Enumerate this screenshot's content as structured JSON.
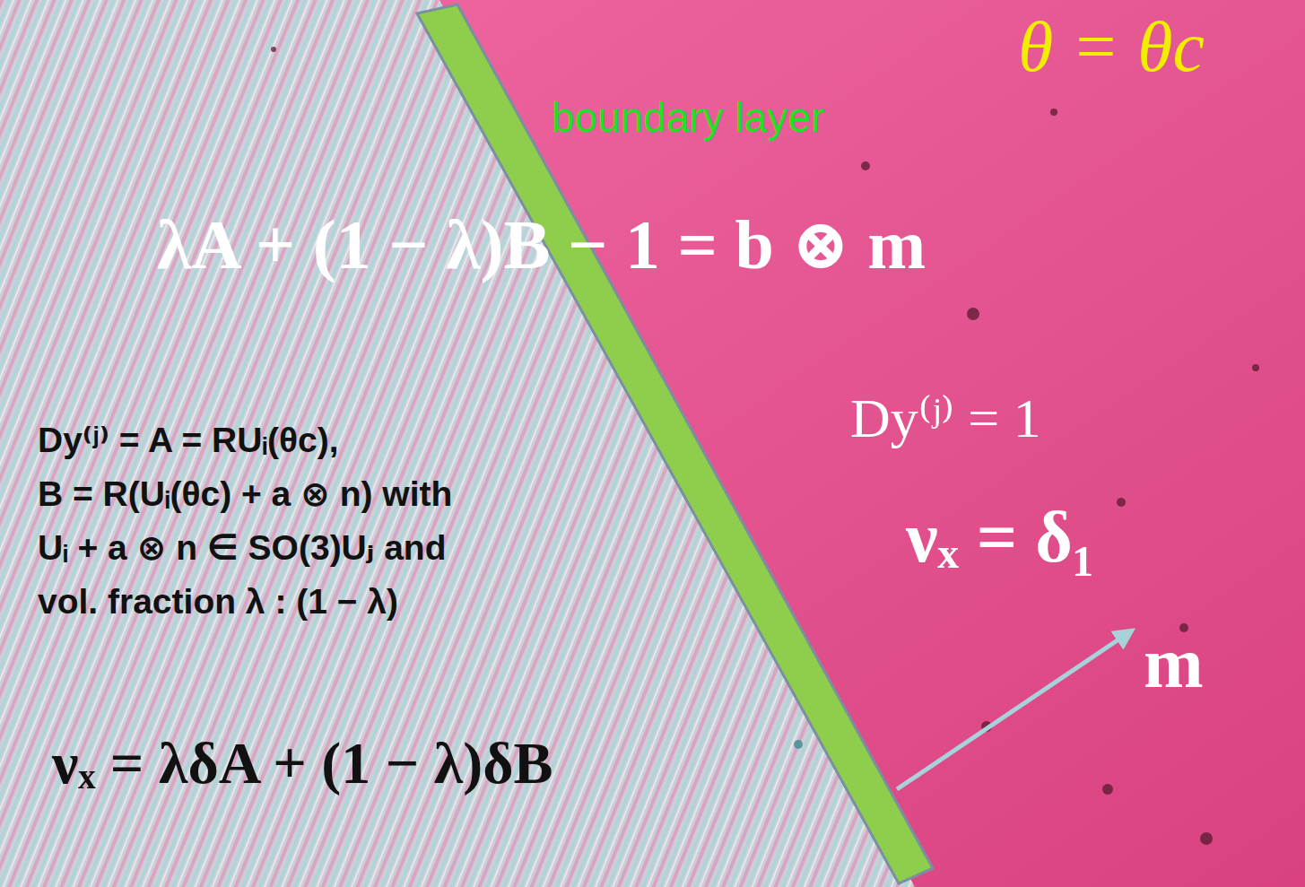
{
  "diagram": {
    "labels": [
      "θ = θc",
      "boundary layer",
      "λA + (1 − λ)B − 1 = b ⊗ m",
      "Dy⁽ʲ⁾ = A = RUᵢ(θc),",
      "B = R(Uᵢ(θc) + a ⊗ n) with",
      "Uᵢ + a ⊗ n ∈ SO(3)Uⱼ and",
      "vol. fraction λ : (1 − λ)",
      "Dy⁽ʲ⁾ = 1",
      "νₓ = δ₁",
      "m",
      "νₓ = λδA + (1 − λ)δB"
    ]
  }
}
